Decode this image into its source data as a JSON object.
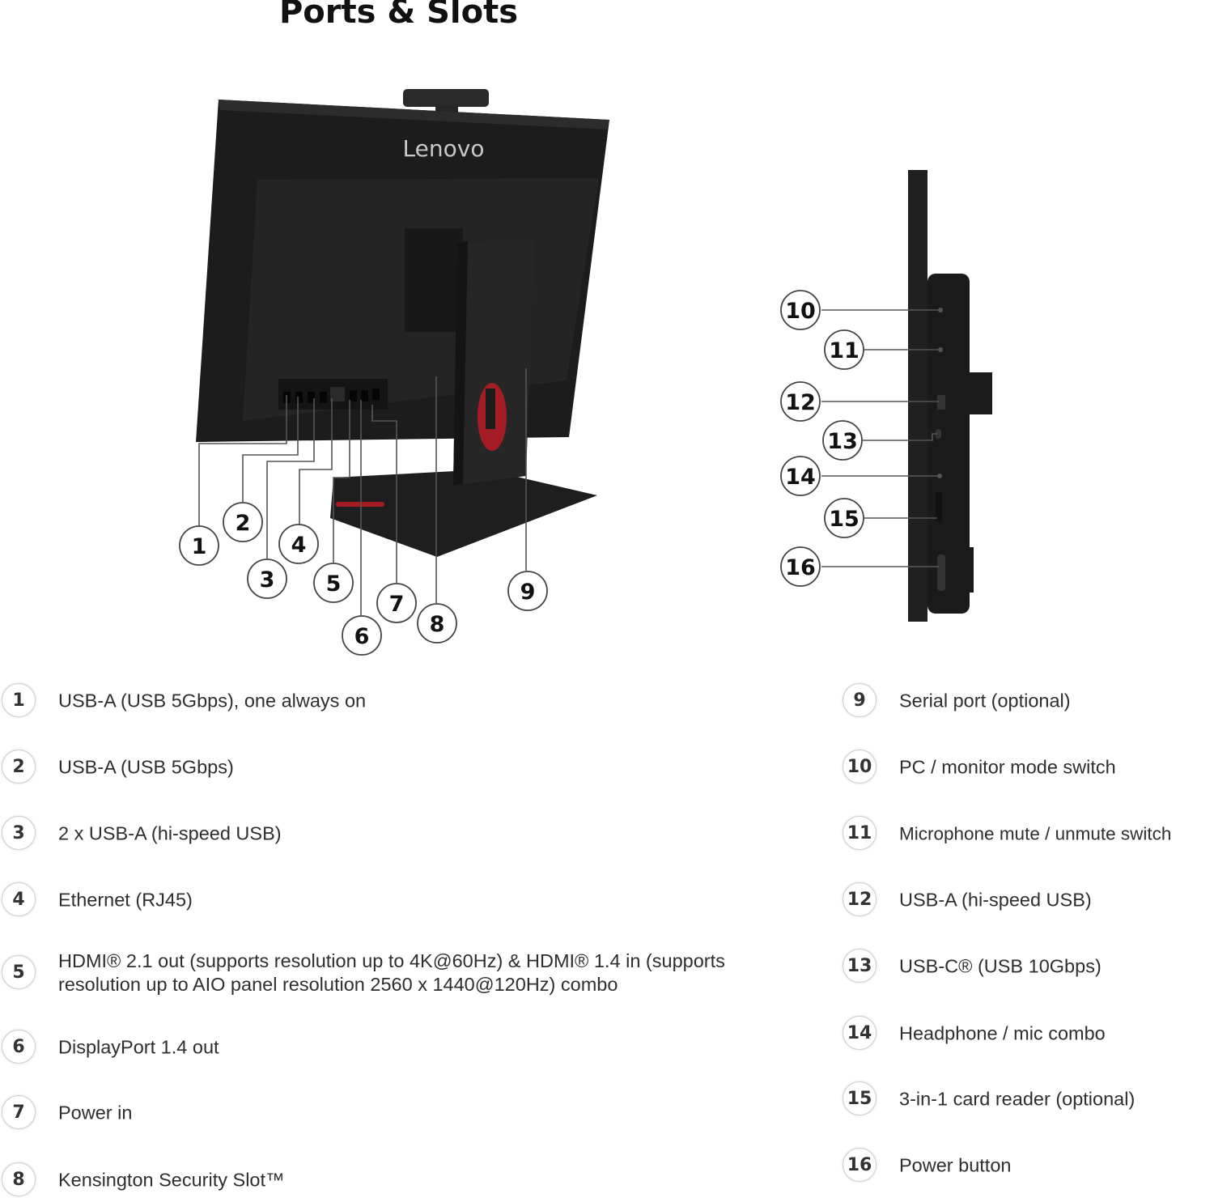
{
  "title": "Ports & Slots",
  "brand_logo_text": "Lenovo",
  "colors": {
    "device_body": "#1e1e1e",
    "accent_red": "#a51d24",
    "callout_line": "#555555",
    "text": "#2e2e2e"
  },
  "callouts": [
    "1",
    "2",
    "3",
    "4",
    "5",
    "6",
    "7",
    "8",
    "9",
    "10",
    "11",
    "12",
    "13",
    "14",
    "15",
    "16"
  ],
  "legend": [
    {
      "number": "1",
      "text": "USB-A (USB 5Gbps), one always on"
    },
    {
      "number": "2",
      "text": "USB-A (USB 5Gbps)"
    },
    {
      "number": "3",
      "text": "2 x USB-A (hi-speed USB)"
    },
    {
      "number": "4",
      "text": "Ethernet (RJ45)"
    },
    {
      "number": "5",
      "text": "HDMI® 2.1 out (supports resolution up to 4K@60Hz) & HDMI® 1.4 in (supports",
      "text2": "resolution up to AIO panel resolution 2560 x 1440@120Hz) combo"
    },
    {
      "number": "6",
      "text": "DisplayPort 1.4 out"
    },
    {
      "number": "7",
      "text": "Power in"
    },
    {
      "number": "8",
      "text": "Kensington Security Slot™"
    },
    {
      "number": "9",
      "text": "Serial port (optional)"
    },
    {
      "number": "10",
      "text": "PC / monitor mode switch"
    },
    {
      "number": "11",
      "text": "Microphone mute / unmute switch"
    },
    {
      "number": "12",
      "text": "USB-A (hi-speed USB)"
    },
    {
      "number": "13",
      "text": "USB-C® (USB 10Gbps)"
    },
    {
      "number": "14",
      "text": "Headphone / mic combo"
    },
    {
      "number": "15",
      "text": "3-in-1 card reader (optional)"
    },
    {
      "number": "16",
      "text": "Power button"
    }
  ]
}
